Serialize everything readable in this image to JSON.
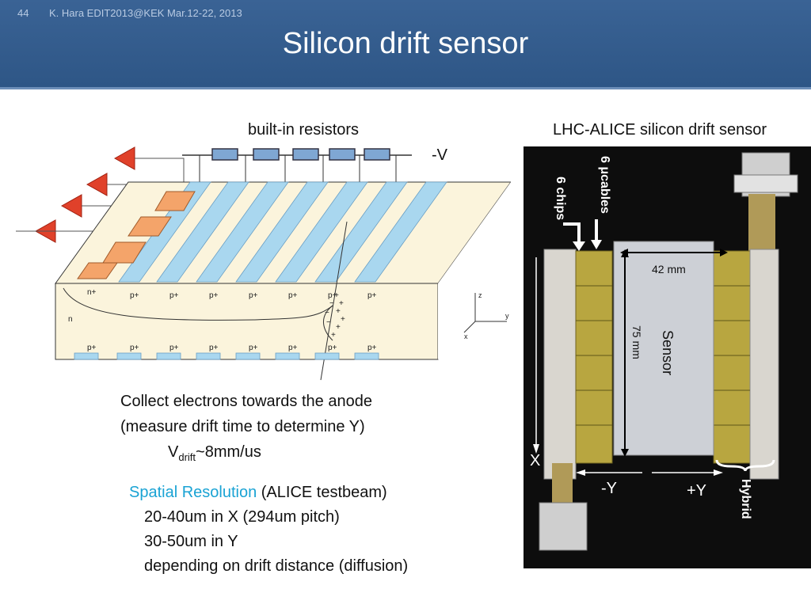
{
  "header": {
    "slide_number": "44",
    "meta": "K. Hara   EDIT2013@KEK Mar.12-22, 2013",
    "title": "Silicon drift sensor"
  },
  "diagram": {
    "resistors_label": "built-in resistors",
    "voltage_label": "-V",
    "top_strip_labels": [
      "p+",
      "p+",
      "p+",
      "p+",
      "p+",
      "p+",
      "p+"
    ],
    "bottom_strip_labels": [
      "p+",
      "p+",
      "p+",
      "p+",
      "p+",
      "p+",
      "p+",
      "p+"
    ],
    "anode_label": "n+",
    "bulk_label": "n",
    "axis_z": "z",
    "axis_y": "y",
    "axis_x": "x"
  },
  "photo": {
    "caption": "LHC-ALICE silicon drift sensor",
    "cables_label": "6 μcables",
    "chips_label": "6 chips",
    "width_label": "42 mm",
    "length_label": "75 mm",
    "sensor_label": "Sensor",
    "hybrid_label": "Hybrid",
    "x_label": "X",
    "minus_y_label": "-Y",
    "plus_y_label": "+Y"
  },
  "text": {
    "collect_line1": "Collect electrons towards the anode",
    "collect_line2": "(measure drift time to determine Y)",
    "vdrift_prefix": "V",
    "vdrift_sub": "drift",
    "vdrift_value": "~8mm/us",
    "spatial_heading": "Spatial Resolution",
    "spatial_suffix": " (ALICE testbeam)",
    "res_line1": "20-40um in X (294um pitch)",
    "res_line2": "30-50um in Y",
    "res_line3": "depending on drift distance (diffusion)"
  }
}
